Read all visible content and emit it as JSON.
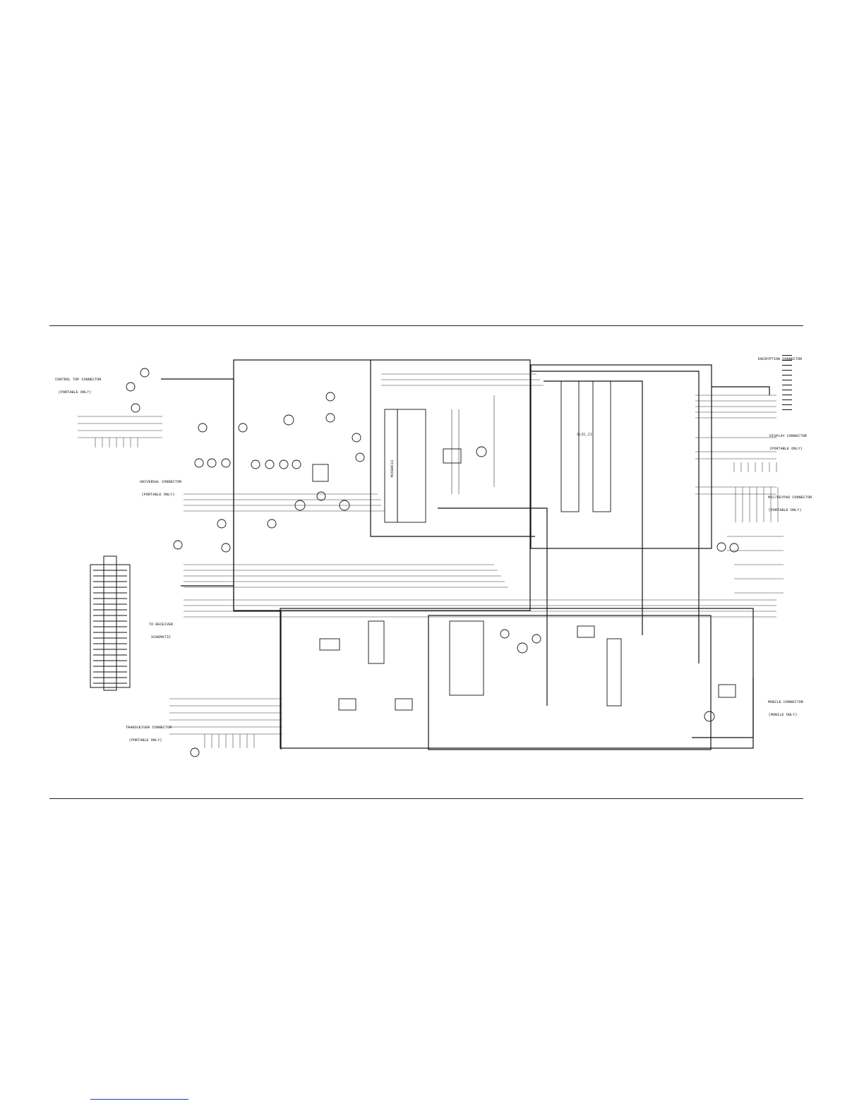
{
  "labels": {
    "control_top": {
      "line1": "CONTROL TOP CONNECTOR",
      "line2": "(PORTABLE ONLY)"
    },
    "universal": {
      "line1": "UNIVERSAL CONNECTOR",
      "line2": "(PORTABLE ONLY)"
    },
    "to_receiver": {
      "line1": "TO RECEIVER",
      "line2": "SCHEMATIC"
    },
    "transceiver": {
      "line1": "TRANSCEIVER CONNECTOR",
      "line2": "(PORTABLE ONLY)"
    },
    "encryption": {
      "line1": "ENCRYPTION CONNECTOR"
    },
    "display": {
      "line1": "DISPLAY CONNECTOR",
      "line2": "(PORTABLE ONLY)"
    },
    "mic_keypad": {
      "line1": "MIC/KEYPAD CONNECTOR",
      "line2": "(PORTABLE ONLY)"
    },
    "mobile": {
      "line1": "MOBILE CONNECTOR",
      "line2": "(MOBILE ONLY)"
    },
    "slic": "SLIC_II",
    "ic_mc68hc11": "MC68HC11"
  },
  "colors": {
    "ink": "#111111",
    "rule": "#222222",
    "link": "#1a3fb5"
  }
}
